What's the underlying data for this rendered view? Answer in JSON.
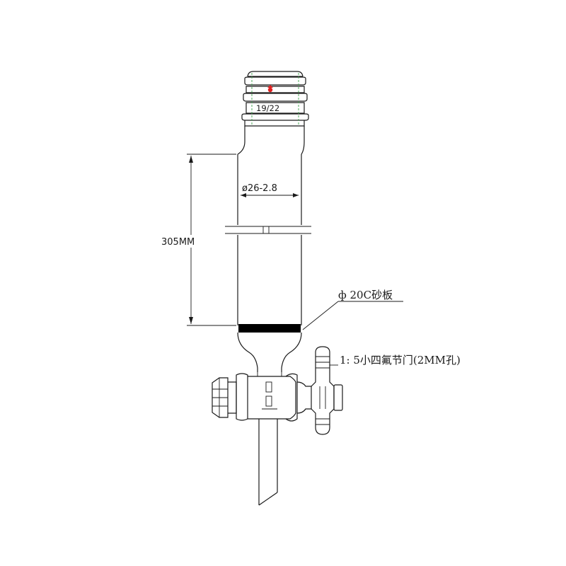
{
  "diagram": {
    "joint_label": "19/22",
    "diameter_label": "ø26-2.8",
    "length_label": "305MM",
    "frit_label": "ф 20C砂板",
    "stopcock_label": "1: 5小四氟节门(2MM孔)",
    "colors": {
      "line": "#1a1a1a",
      "accent_marker": "#e02020",
      "guide": "#3fa34d",
      "frit": "#000000"
    }
  }
}
